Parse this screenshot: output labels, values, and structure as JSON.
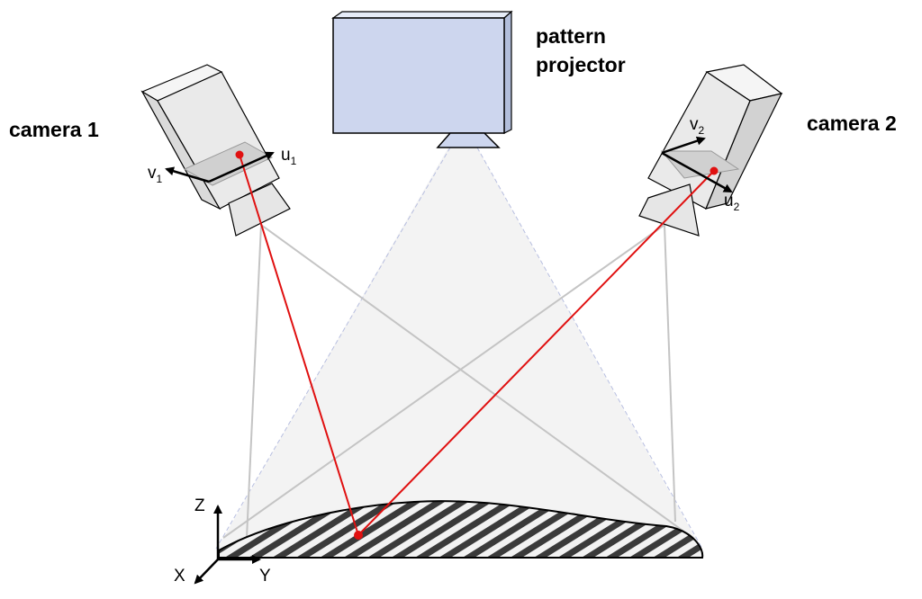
{
  "labels": {
    "projector_line1": "pattern",
    "projector_line2": "projector",
    "camera1": "camera 1",
    "camera2": "camera 2"
  },
  "camera1_axes": {
    "u": "u",
    "u_sub": "1",
    "v": "v",
    "v_sub": "1"
  },
  "camera2_axes": {
    "u": "u",
    "u_sub": "2",
    "v": "v",
    "v_sub": "2"
  },
  "world_axes": {
    "x": "X",
    "y": "Y",
    "z": "Z"
  },
  "colors": {
    "projector_fill": "#cdd6ee",
    "camera_fill": "#e9e9e9",
    "ray": "#e01010",
    "projection_cone": "#f2f2f2",
    "sight_lines": "#c4c4c4"
  }
}
